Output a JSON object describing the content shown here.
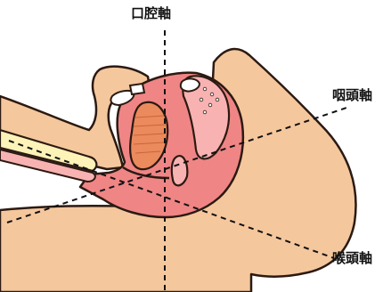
{
  "labels": {
    "oral_axis": "口腔軸",
    "pharyngeal_axis": "咽頭軸",
    "laryngeal_axis": "喉頭軸"
  },
  "colors": {
    "skin": "#f5c79d",
    "outline": "#2b1a12",
    "mucosa": "#ef8585",
    "mucosa_light": "#f8b2b2",
    "tongue": "#eb8a5c",
    "trachea_pale": "#fdf2b8",
    "axis_line": "#111111"
  }
}
